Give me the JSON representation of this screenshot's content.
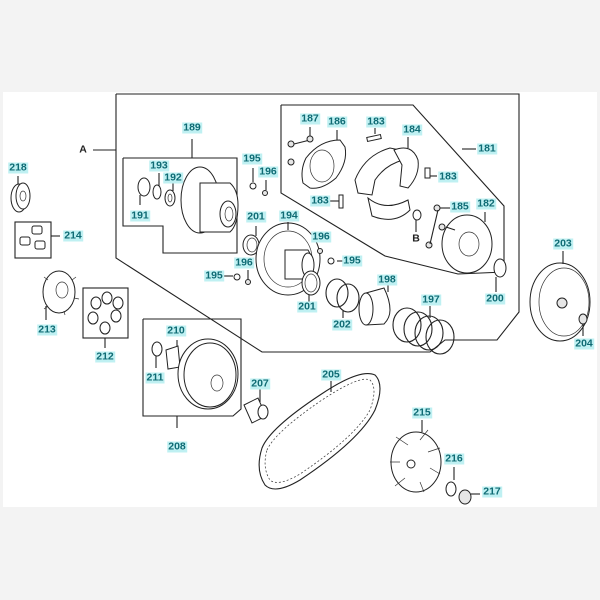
{
  "diagram": {
    "title": "CVT / Clutch assembly exploded view",
    "colors": {
      "background": "#f3f3f3",
      "panel": "#ffffff",
      "label_text": "#0f6b74",
      "label_highlight": "#bff0f2",
      "line": "#222222"
    },
    "callouts": [
      {
        "id": "A",
        "label": "A",
        "part": "outer-group-frame"
      },
      {
        "id": "B",
        "label": "B",
        "part": "clutch-washer-reference"
      },
      {
        "id": "181",
        "label": "181",
        "part": "clutch-assembly"
      },
      {
        "id": "182",
        "label": "182",
        "part": "clutch-plate"
      },
      {
        "id": "183a",
        "label": "183",
        "part": "spring-top"
      },
      {
        "id": "183b",
        "label": "183",
        "part": "spring-right"
      },
      {
        "id": "183c",
        "label": "183",
        "part": "spring-left"
      },
      {
        "id": "184",
        "label": "184",
        "part": "clutch-shoes"
      },
      {
        "id": "185",
        "label": "185",
        "part": "pin-set"
      },
      {
        "id": "186",
        "label": "186",
        "part": "shoe-plate"
      },
      {
        "id": "187",
        "label": "187",
        "part": "retainer-clip"
      },
      {
        "id": "189",
        "label": "189",
        "part": "fixed-driven-face-assembly"
      },
      {
        "id": "191",
        "label": "191",
        "part": "needle-bearing"
      },
      {
        "id": "192",
        "label": "192",
        "part": "ball-bearing"
      },
      {
        "id": "193",
        "label": "193",
        "part": "circlip"
      },
      {
        "id": "194",
        "label": "194",
        "part": "movable-driven-face"
      },
      {
        "id": "195a",
        "label": "195",
        "part": "guide-pin-top"
      },
      {
        "id": "195b",
        "label": "195",
        "part": "guide-pin-mid"
      },
      {
        "id": "195c",
        "label": "195",
        "part": "guide-pin-left"
      },
      {
        "id": "196a",
        "label": "196",
        "part": "roller-top"
      },
      {
        "id": "196b",
        "label": "196",
        "part": "roller-mid"
      },
      {
        "id": "196c",
        "label": "196",
        "part": "roller-left"
      },
      {
        "id": "197",
        "label": "197",
        "part": "torque-spring"
      },
      {
        "id": "198",
        "label": "198",
        "part": "spring-seat-collar"
      },
      {
        "id": "200",
        "label": "200",
        "part": "washer"
      },
      {
        "id": "201a",
        "label": "201",
        "part": "oil-seal-left"
      },
      {
        "id": "201b",
        "label": "201",
        "part": "oil-seal-right"
      },
      {
        "id": "202",
        "label": "202",
        "part": "o-ring"
      },
      {
        "id": "203",
        "label": "203",
        "part": "clutch-outer-drum"
      },
      {
        "id": "204",
        "label": "204",
        "part": "nut"
      },
      {
        "id": "205",
        "label": "205",
        "part": "drive-belt"
      },
      {
        "id": "207",
        "label": "207",
        "part": "collar"
      },
      {
        "id": "208",
        "label": "208",
        "part": "movable-drive-face-assembly"
      },
      {
        "id": "210",
        "label": "210",
        "part": "bushing"
      },
      {
        "id": "211",
        "label": "211",
        "part": "washer-small"
      },
      {
        "id": "212",
        "label": "212",
        "part": "weight-rollers"
      },
      {
        "id": "213",
        "label": "213",
        "part": "ramp-plate"
      },
      {
        "id": "214",
        "label": "214",
        "part": "slider-pieces"
      },
      {
        "id": "215",
        "label": "215",
        "part": "fixed-drive-face-fan"
      },
      {
        "id": "216",
        "label": "216",
        "part": "washer-drive"
      },
      {
        "id": "217",
        "label": "217",
        "part": "drive-nut"
      },
      {
        "id": "218",
        "label": "218",
        "part": "starter-gear"
      }
    ]
  }
}
